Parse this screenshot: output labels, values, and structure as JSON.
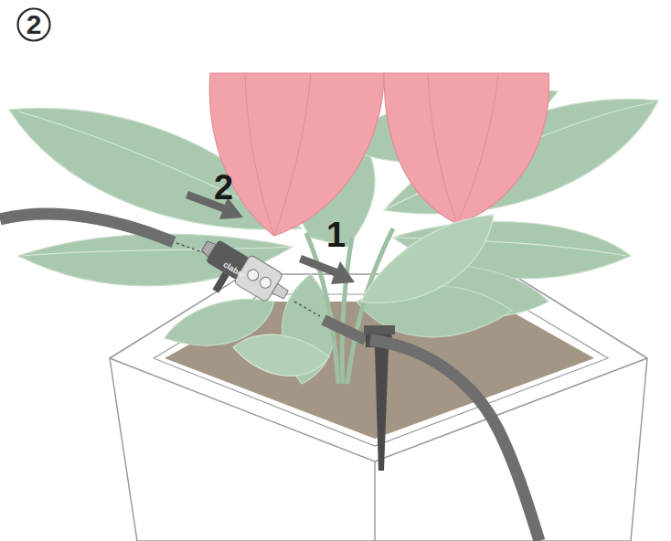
{
  "diagram": {
    "nodes": [
      {
        "text": [
          "2"
        ]
      }
    ],
    "labels": [
      "2",
      "1",
      "claber"
    ]
  }
}
